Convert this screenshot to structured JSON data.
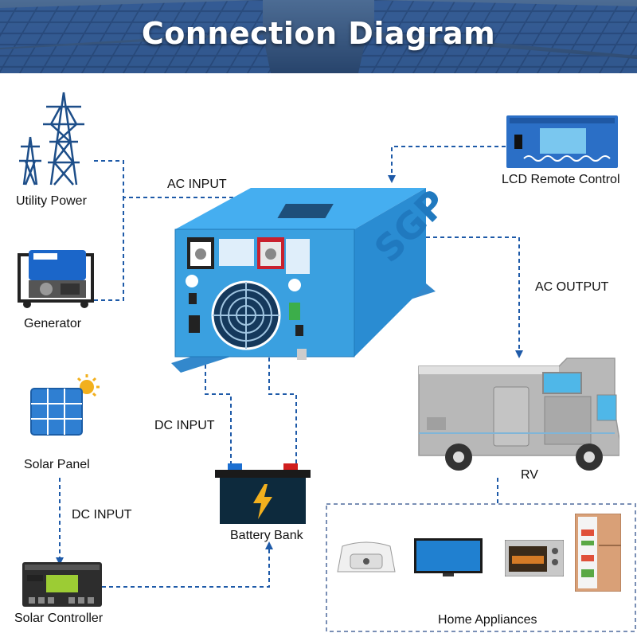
{
  "banner": {
    "title": "Connection Diagram"
  },
  "sources": {
    "utility_power": "Utility Power",
    "generator": "Generator",
    "solar_panel": "Solar Panel",
    "solar_controller": "Solar Controller"
  },
  "connections": {
    "ac_input": "AC INPUT",
    "ac_output": "AC OUTPUT",
    "dc_input_battery": "DC INPUT",
    "dc_input_solar": "DC INPUT"
  },
  "loads": {
    "lcd_remote": "LCD Remote Control",
    "rv": "RV",
    "battery_bank": "Battery Bank",
    "home_appliances": "Home Appliances"
  },
  "colors": {
    "line": "#1e5aa8",
    "inverter_blue": "#3aa0e0",
    "banner_sky": "#3d5f8a"
  }
}
